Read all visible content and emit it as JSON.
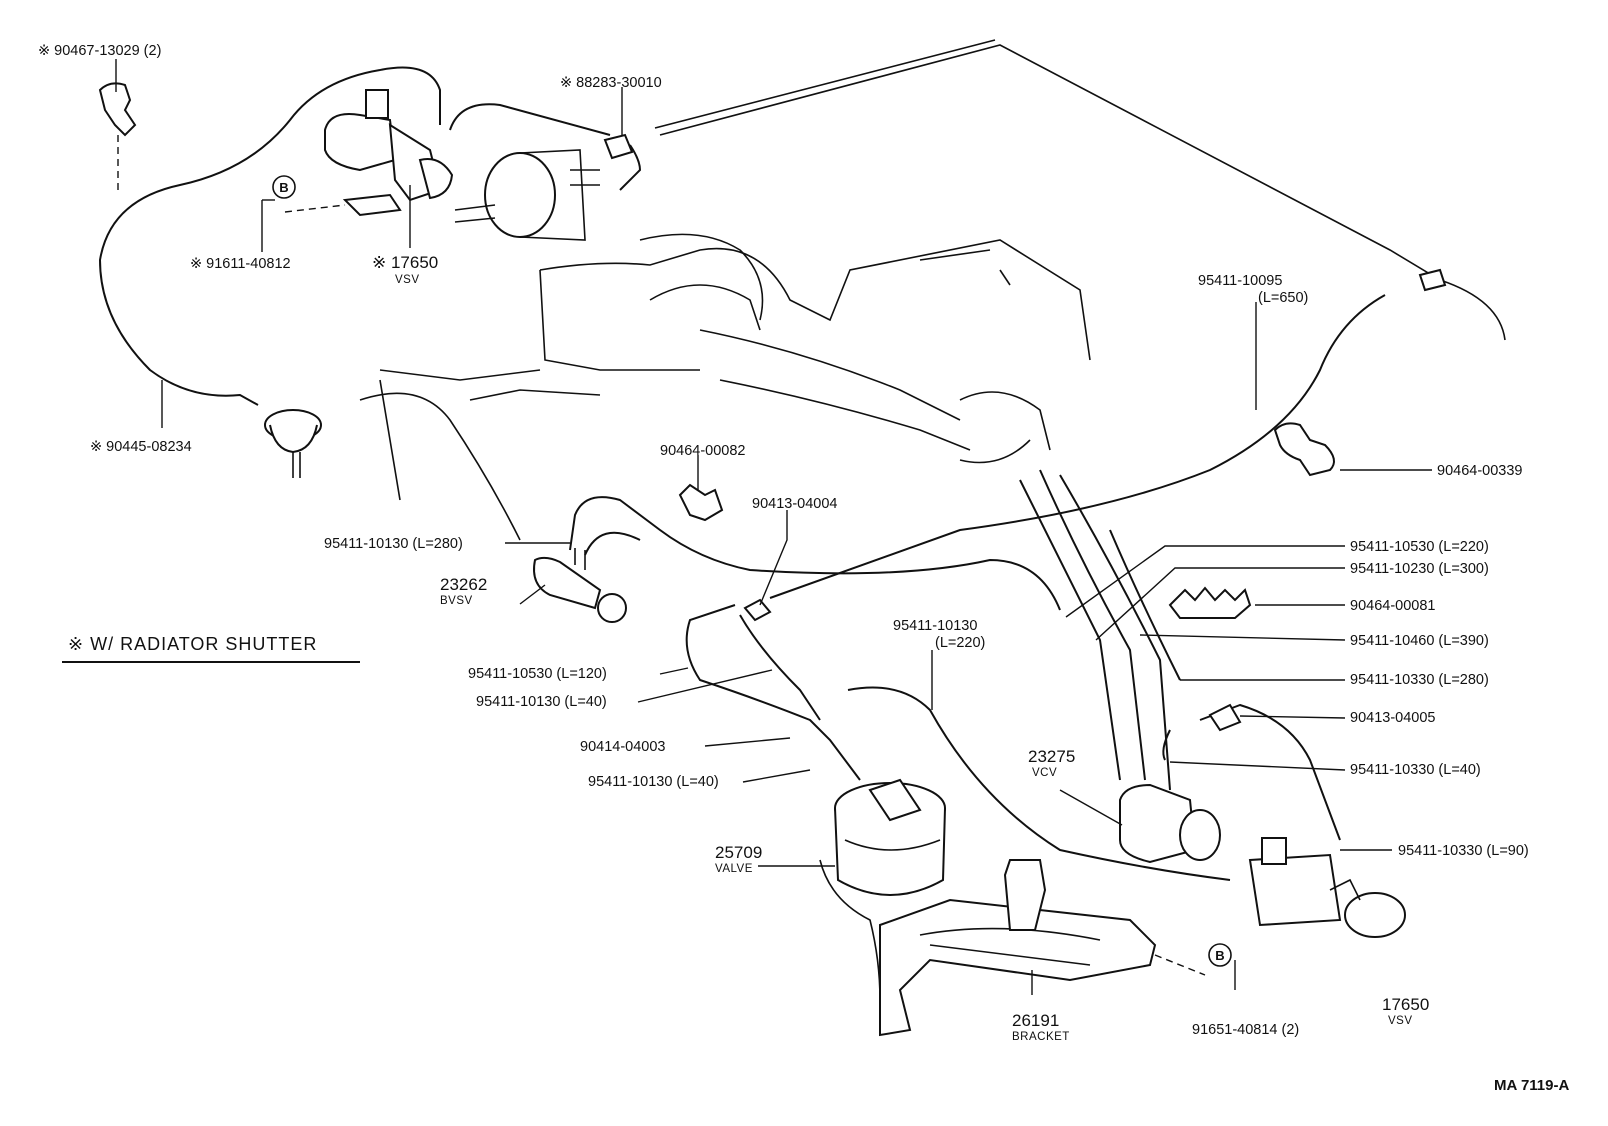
{
  "labels": {
    "l01": "※ 90467-13029 (2)",
    "l02": "※ 88283-30010",
    "l03": "※ 91611-40812",
    "l04": "※ 17650",
    "l04s": "VSV",
    "l05": "95411-10095",
    "l05b": "(L=650)",
    "l06": "※ 90445-08234",
    "l07": "90464-00082",
    "l08": "90464-00339",
    "l09": "90413-04004",
    "l10": "95411-10130 (L=280)",
    "l11": "23262",
    "l11s": "BVSV",
    "l12": "95411-10530 (L=220)",
    "l13": "95411-10230 (L=300)",
    "l14": "90464-00081",
    "l15": "95411-10130",
    "l15b": "(L=220)",
    "l16": "95411-10460 (L=390)",
    "l17": "95411-10530 (L=120)",
    "l18": "95411-10330 (L=280)",
    "l19": "95411-10130 (L=40)",
    "l20": "90413-04005",
    "l21": "90414-04003",
    "l22": "23275",
    "l22s": "VCV",
    "l23": "95411-10330 (L=40)",
    "l24": "95411-10130 (L=40)",
    "l25": "25709",
    "l25s": "VALVE",
    "l26": "95411-10330 (L=90)",
    "l27": "26191",
    "l27s": "BRACKET",
    "l28": "91651-40814 (2)",
    "l29": "17650",
    "l29s": "VSV",
    "note": "※ W/ RADIATOR SHUTTER",
    "code": "MA 7119-A",
    "b1": "B",
    "b2": "B"
  }
}
